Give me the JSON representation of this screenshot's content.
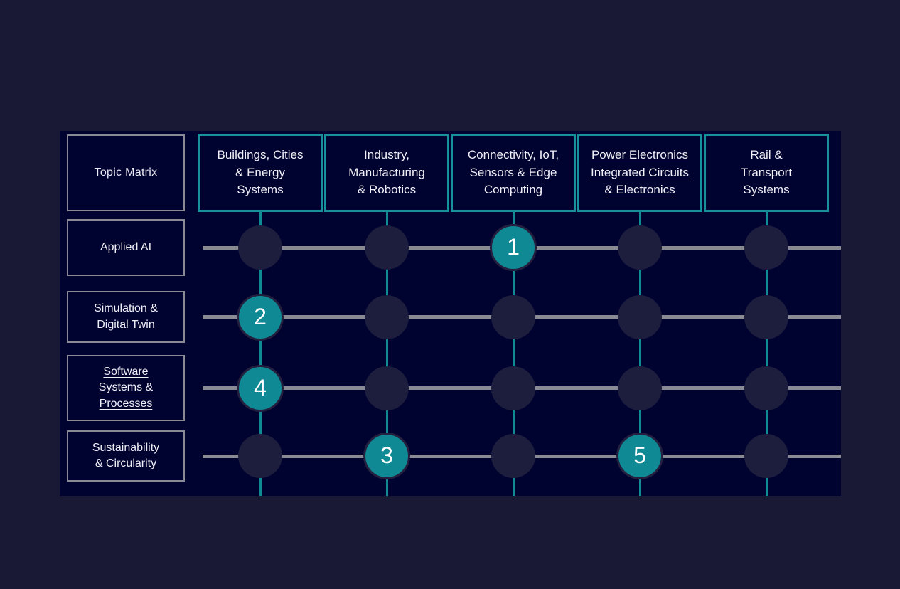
{
  "theme": {
    "page_background": "#191936",
    "panel_background": "#000330",
    "accent_teal": "#0f8994",
    "border_teal": "#17919b",
    "border_gray": "#8a8a95",
    "grid_line_gray": "#8a8a95",
    "ghost_node": "#1d1d3d",
    "text_light": "#f0eef6"
  },
  "matrix": {
    "corner_label": "Topic Matrix",
    "columns": [
      {
        "label": "Buildings, Cities\n& Energy\nSystems",
        "underlined": false
      },
      {
        "label": "Industry,\nManufacturing\n& Robotics",
        "underlined": false
      },
      {
        "label": "Connectivity, IoT,\nSensors & Edge\nComputing",
        "underlined": false
      },
      {
        "label": "Power Electronics\nIntegrated Circuits\n& Electronics",
        "underlined": true
      },
      {
        "label": "Rail &\nTransport\nSystems",
        "underlined": false
      }
    ],
    "rows": [
      {
        "label": "Applied AI",
        "underlined": false
      },
      {
        "label": "Simulation &\nDigital Twin",
        "underlined": false
      },
      {
        "label": "Software\nSystems &\nProcesses",
        "underlined": true
      },
      {
        "label": "Sustainability\n& Circularity",
        "underlined": false
      }
    ],
    "markers": [
      {
        "number": "1",
        "row": 0,
        "column": 2
      },
      {
        "number": "2",
        "row": 1,
        "column": 0
      },
      {
        "number": "4",
        "row": 2,
        "column": 0
      },
      {
        "number": "3",
        "row": 3,
        "column": 1
      },
      {
        "number": "5",
        "row": 3,
        "column": 3
      }
    ]
  }
}
